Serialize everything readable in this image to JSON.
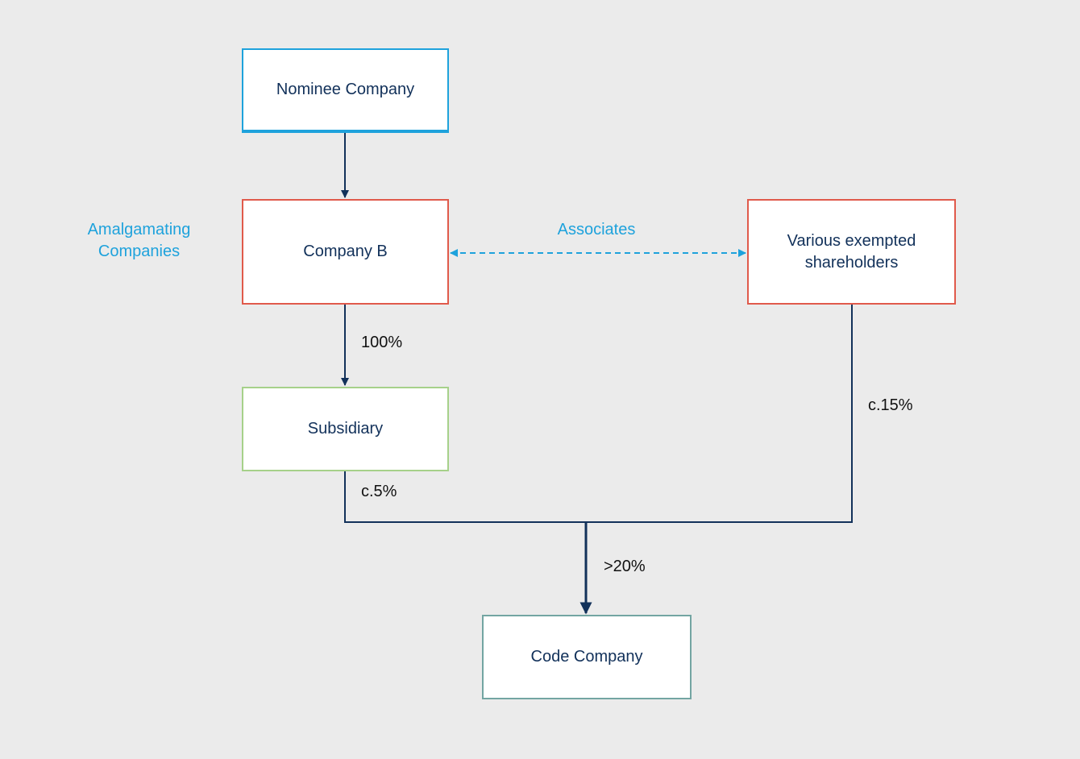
{
  "entities": {
    "nominee": "Nominee Company",
    "company_b": "Company B",
    "various": "Various exempted shareholders",
    "subsidiary": "Subsidiary",
    "code_company": "Code Company"
  },
  "labels": {
    "group": "Amalgamating Companies",
    "associates": "Associates"
  },
  "ownership": {
    "company_b_to_subsidiary": "100%",
    "subsidiary_to_code": "c.5%",
    "various_to_code": "c.15%",
    "combined_to_code": ">20%"
  },
  "colors": {
    "background": "#ebebeb",
    "nominee_border": "#1ea2dc",
    "amalgamating_border": "#e05a4b",
    "subsidiary_border": "#a6d18a",
    "code_company_border": "#73a5a2",
    "connector": "#12315a",
    "associates_link": "#1ea2dc"
  }
}
